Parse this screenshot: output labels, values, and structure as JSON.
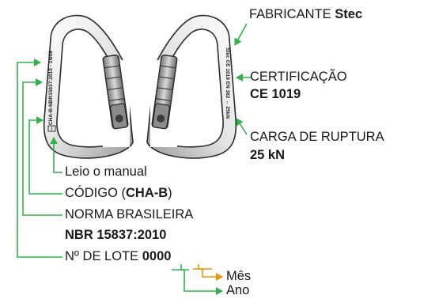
{
  "colors": {
    "arrow_green": "#2fb34a",
    "arrow_orange": "#f39200",
    "metal_light": "#f2f2f2",
    "metal_dark": "#8f8f8f",
    "outline": "#2b2b2b"
  },
  "carabiner_left": {
    "engraving": "CHA-B-NBR15837:2010 - 14/08",
    "manual_icon": "read-manual-icon"
  },
  "carabiner_right": {
    "engraving": "Stec CE 1019 EN 362 ↔ 25kN",
    "brand": "Stec"
  },
  "labels": {
    "fabricante": {
      "text": "FABRICANTE ",
      "bold": "Stec"
    },
    "certificacao": {
      "line1": "CERTIFICAÇÃO",
      "line2": "CE 1019"
    },
    "carga": {
      "line1": "CARGA DE RUPTURA",
      "line2": "25 kN"
    },
    "manual": "Leio o manual",
    "codigo": {
      "prefix": "CÓDIGO (",
      "bold": "CHA-B",
      "suffix": ")"
    },
    "norma": {
      "line1": "NORMA BRASILEIRA",
      "line2": "NBR 15837:2010"
    },
    "lote": {
      "prefix": "Nº DE LOTE ",
      "bold": "0000"
    },
    "mes": "Mês",
    "ano": "Ano"
  }
}
